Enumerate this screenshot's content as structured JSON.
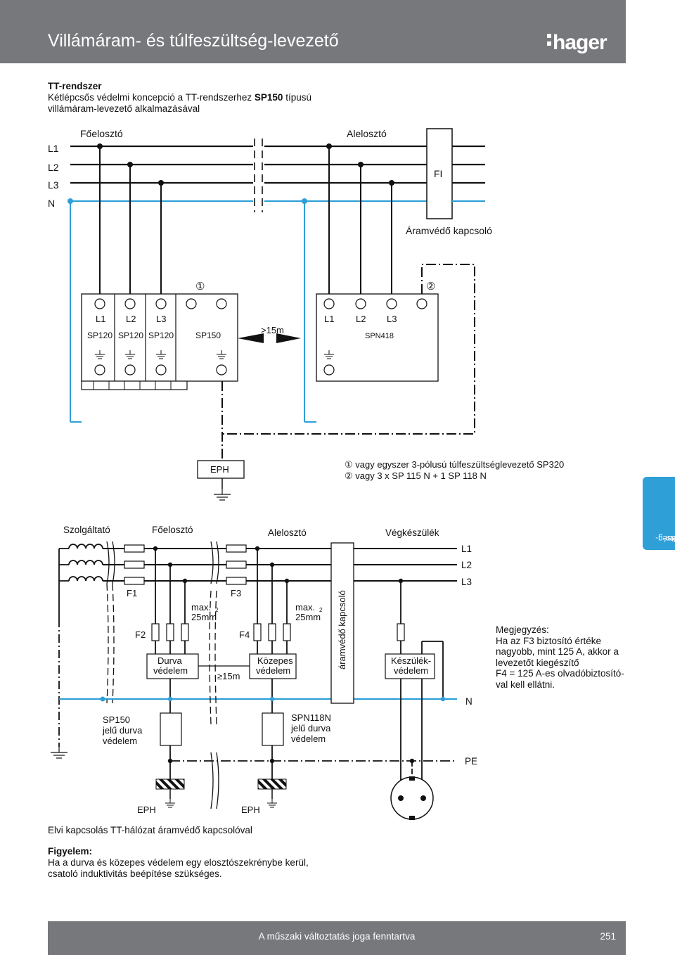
{
  "header": {
    "title": "Villámáram- és túlfeszültség-levezető",
    "logo": "hager"
  },
  "intro": {
    "heading": "TT-rendszer",
    "line1_pre": "Kétlépcsős védelmi koncepció a TT-rendszerhez ",
    "line1_bold": "SP150",
    "line1_post": " típusú",
    "line2": "villámáram-levezető alkalmazásával"
  },
  "side_tab": {
    "line1": "Túlfeszültség-",
    "line2": "védelem"
  },
  "top_diagram": {
    "foelosztó": "Főelosztó",
    "alelosztó": "Alelosztó",
    "lines": [
      "L1",
      "L2",
      "L3",
      "N"
    ],
    "fi": "FI",
    "aramvedo": "Áramvédő kapcsoló",
    "marker1": "①",
    "marker2": "②",
    "device_phase_labels": [
      "L1",
      "L2",
      "L3"
    ],
    "sp120": "SP120",
    "sp150": "SP150",
    "distance": ">15m",
    "spn418": "SPN418",
    "eph": "EPH",
    "legend1": "① vagy egyszer 3-pólusú túlfeszültséglevezető SP320",
    "legend2": "② vagy 3 x SP 115 N + 1 SP 118 N"
  },
  "bottom_diagram": {
    "szolgaltato": "Szolgáltató",
    "foelosztó": "Főelosztó",
    "alelosztó": "Alelosztó",
    "vegkeszulek": "Végkészülék",
    "f1": "F1",
    "f2": "F2",
    "f3": "F3",
    "f4": "F4",
    "max": "max.",
    "sq": "25mm",
    "sup": "2",
    "durva1": "Durva",
    "durva2": "védelem",
    "kozepes1": "Közepes",
    "kozepes2": "védelem",
    "dist": "≥15m",
    "aramvedo_vert": "áramvédő kapcsoló",
    "keszulek1": "Készülék-",
    "keszulek2": "védelem",
    "lines": [
      "L1",
      "L2",
      "L3",
      "N",
      "PE"
    ],
    "sp150_1": "SP150",
    "sp150_2": "jelű durva",
    "sp150_3": "védelem",
    "spn_1": "SPN118N",
    "spn_2": "jelű durva",
    "spn_3": "védelem",
    "eph": "EPH"
  },
  "note": {
    "title": "Megjegyzés:",
    "l1": "Ha az F3 biztosító értéke",
    "l2": "nagyobb, mint 125 A, akkor a",
    "l3": "levezetőt kiegészítő",
    "l4": "F4 = 125 A-es olvadóbiztosító-",
    "l5": "val kell ellátni."
  },
  "caption": "Elvi kapcsolás TT-hálózat áramvédő kapcsolóval",
  "warning": {
    "title": "Figyelem:",
    "l1": "Ha a durva és közepes védelem egy elosztószekrénybe kerül,",
    "l2": "csatoló induktivitás beépítése szükséges."
  },
  "footer": {
    "text": "A műszaki változtatás joga fenntartva",
    "page": "251"
  },
  "colors": {
    "header": "#77787b",
    "neutral": "#2f9fd8",
    "tab": "#2f9fd8"
  }
}
